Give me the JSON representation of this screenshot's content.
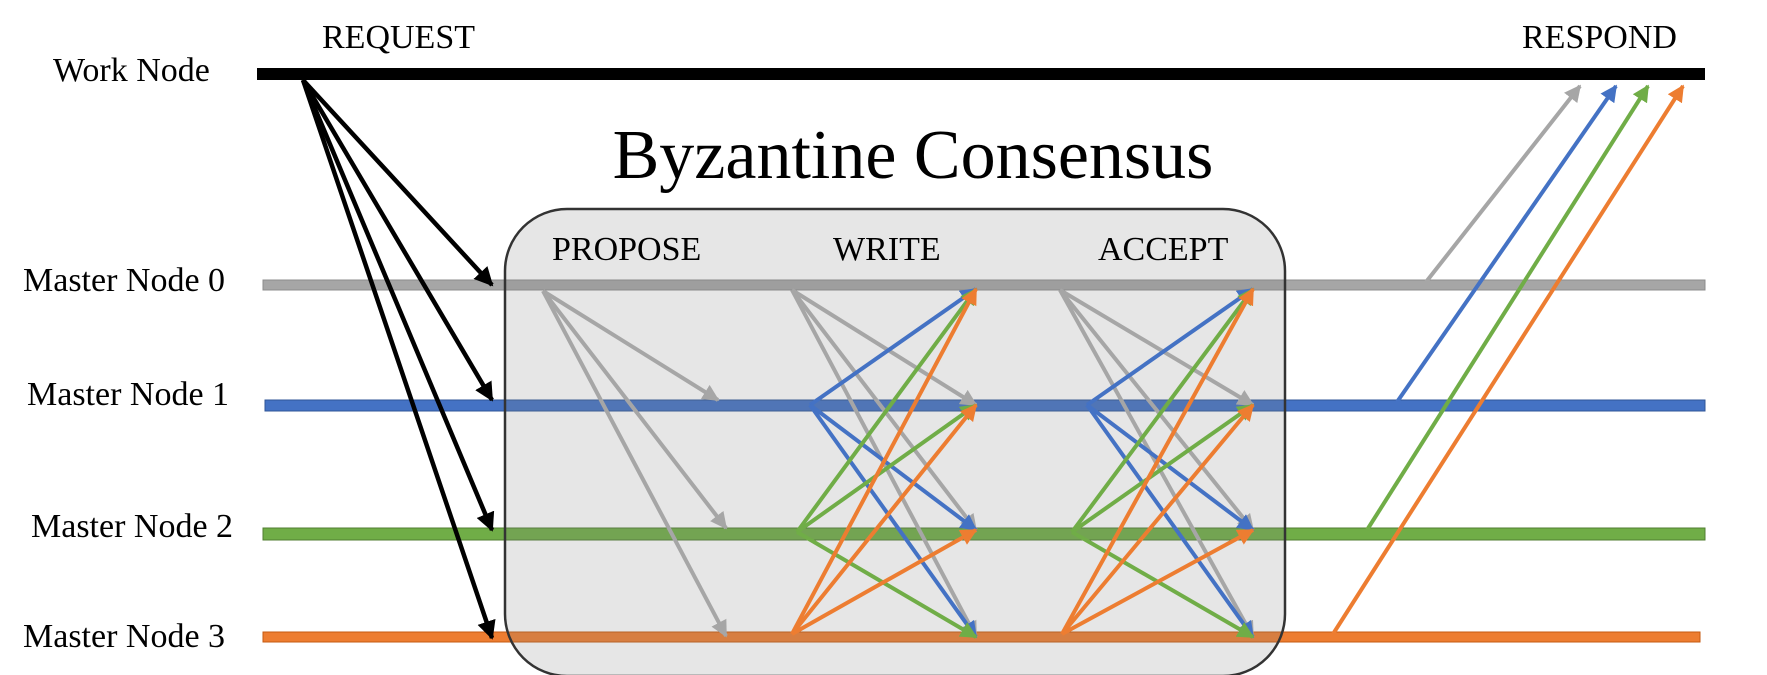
{
  "title": "Byzantine Consensus",
  "work_node": {
    "label": "Work Node",
    "request": "REQUEST",
    "respond": "RESPOND"
  },
  "phases": {
    "propose": "PROPOSE",
    "write": "WRITE",
    "accept": "ACCEPT"
  },
  "nodes": [
    {
      "label": "Master Node 0",
      "color": "#a6a6a6"
    },
    {
      "label": "Master Node 1",
      "color": "#4472c4"
    },
    {
      "label": "Master Node 2",
      "color": "#70ad47"
    },
    {
      "label": "Master Node 3",
      "color": "#ed7d31"
    }
  ],
  "colors": {
    "work_line": "#000000",
    "consensus_box": "#e6e6e6"
  }
}
